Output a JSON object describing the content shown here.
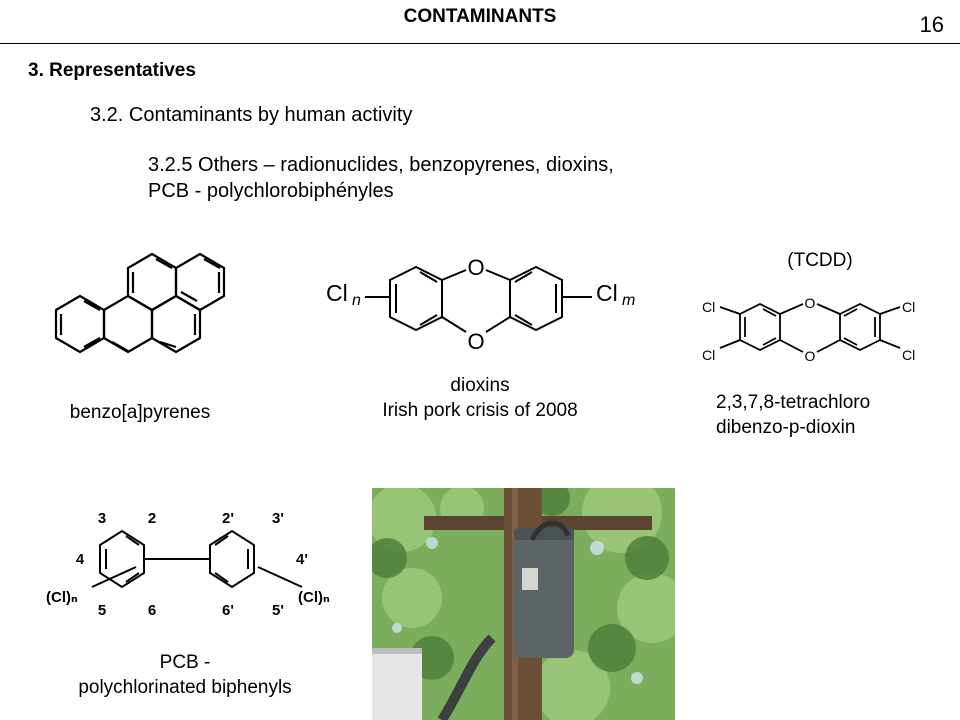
{
  "header": {
    "title": "CONTAMINANTS",
    "page_number": "16"
  },
  "section": {
    "heading": "3. Representatives"
  },
  "subsection": {
    "heading": "3.2. Contaminants by human activity"
  },
  "subsubsection": {
    "line1": "3.2.5 Others – radionuclides, benzopyrenes, dioxins,",
    "line2": "PCB - polychlorobiphényles"
  },
  "figures": {
    "benzopyrene": {
      "caption": "benzo[a]pyrenes"
    },
    "dioxin": {
      "caption": "dioxins",
      "subcaption": "Irish pork crisis of 2008",
      "label_cl_left": "Cl",
      "label_n": "n",
      "label_cl_right": "Cl",
      "label_m": "m",
      "label_o": "O"
    },
    "tcdd": {
      "title": "(TCDD)",
      "caption_line1": "2,3,7,8-tetrachloro",
      "caption_line2": "dibenzo-p-dioxin",
      "label_cl": "Cl",
      "label_o": "O"
    },
    "pcb": {
      "caption_line1": "PCB -",
      "caption_line2": "polychlorinated biphenyls",
      "pos_3": "3",
      "pos_2": "2",
      "pos_4": "4",
      "pos_5": "5",
      "pos_6": "6",
      "pos_2p": "2'",
      "pos_3p": "3'",
      "pos_4p": "4'",
      "pos_5p": "5'",
      "pos_6p": "6'",
      "substituent_left": "(Cl)ₙ",
      "substituent_right": "(Cl)ₙ"
    }
  },
  "photo": {
    "subject": "utility pole transformer among trees"
  }
}
